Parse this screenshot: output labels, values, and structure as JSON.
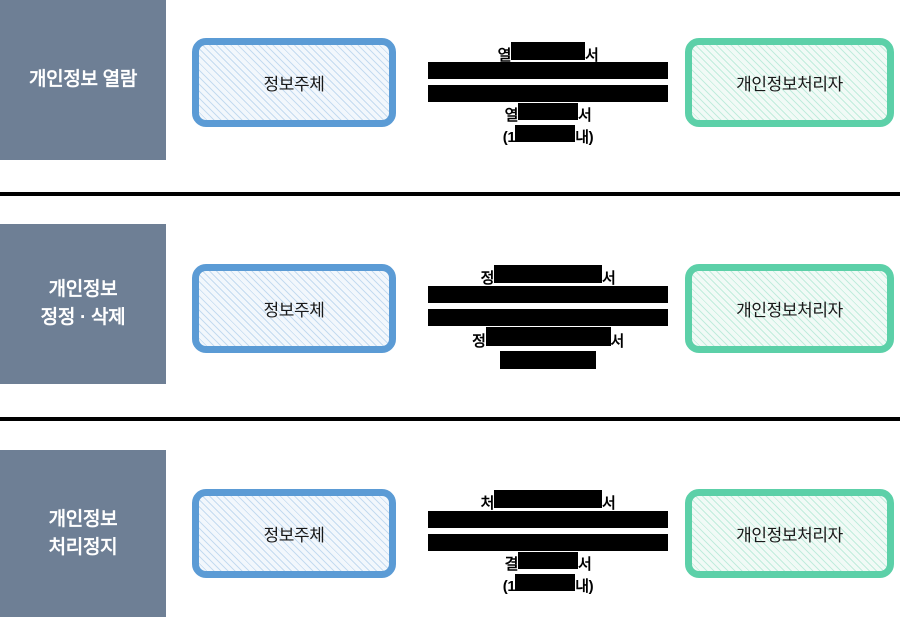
{
  "page": {
    "title": "개인정보 권리행사 흐름도",
    "background_color": "#ffffff",
    "separator_color": "#000000"
  },
  "theme": {
    "category_panel_bg": "#6e7f95",
    "category_text": "#ffffff",
    "subject_border": "#5b9bd5",
    "subject_fill": "#f2f7fc",
    "controller_border": "#5cd0a8",
    "controller_fill": "#f1faf6",
    "flow_bar_color": "#000000",
    "label_text": "#000000"
  },
  "sections": [
    {
      "id": "section-access",
      "category_label": "개인정보 열람",
      "subject_label": "정보주체",
      "controller_label": "개인정보처리자",
      "label_above": {
        "prefix": "열",
        "redacted": "",
        "suffix": "서"
      },
      "label_below": {
        "line1_prefix": "열",
        "line1_redacted": "",
        "line1_suffix": "서",
        "line2_prefix": "(1",
        "line2_redacted": "",
        "line2_suffix": "내)"
      },
      "flow_bars": 2
    },
    {
      "id": "section-correction-deletion",
      "category_label": "개인정보\n정정 · 삭제",
      "subject_label": "정보주체",
      "controller_label": "개인정보처리자",
      "label_above": {
        "prefix": "정",
        "redacted": "",
        "suffix": "서"
      },
      "label_below": {
        "line1_prefix": "정",
        "line1_redacted": "",
        "line1_suffix": "서",
        "line2_prefix": "",
        "line2_redacted": "",
        "line2_suffix": ""
      },
      "flow_bars": 2
    },
    {
      "id": "section-processing-suspension",
      "category_label": "개인정보\n처리정지",
      "subject_label": "정보주체",
      "controller_label": "개인정보처리자",
      "label_above": {
        "prefix": "처",
        "redacted": "",
        "suffix": "서"
      },
      "label_below": {
        "line1_prefix": "결",
        "line1_redacted": "",
        "line1_suffix": "서",
        "line2_prefix": "(1",
        "line2_redacted": "",
        "line2_suffix": "내)"
      },
      "flow_bars": 2
    }
  ]
}
